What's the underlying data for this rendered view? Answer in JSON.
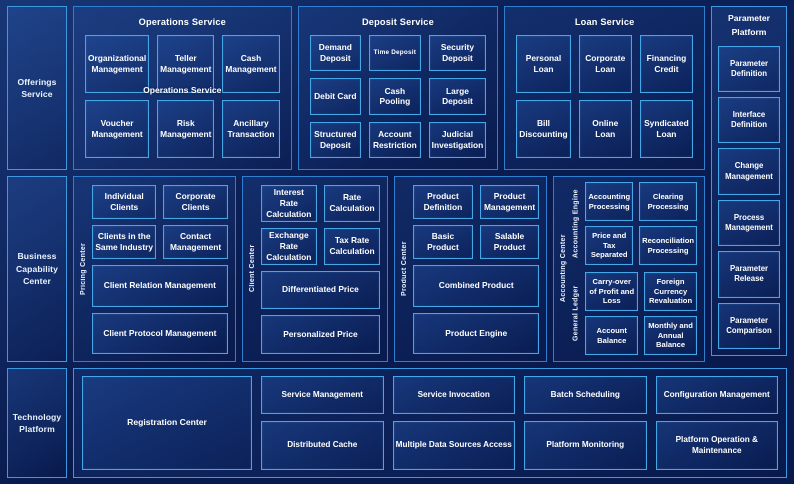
{
  "theme": {
    "background": "#091b4f",
    "panel_border": "#2f7fd0",
    "cell_border": "#45a6e8",
    "text": "#ffffff"
  },
  "lanes": [
    {
      "name": "offerings-service",
      "label": "Offerings Service"
    },
    {
      "name": "business-capability-center",
      "label": "Business Capability Center"
    },
    {
      "name": "technology-platform",
      "label": "Technology Platform"
    }
  ],
  "offerings": {
    "panels": [
      {
        "title": "Operations Service",
        "duplicate_title": "Operations Service",
        "cells": [
          "Organizational Management",
          "Teller Management",
          "Cash Management",
          "Voucher Management",
          "Risk Management",
          "Ancillary Transaction"
        ]
      },
      {
        "title": "Deposit Service",
        "cells": [
          "Demand Deposit",
          "Time Deposit",
          "Security Deposit",
          "Debit Card",
          "Cash Pooling",
          "Large Deposit",
          "Structured Deposit",
          "Account Restriction",
          "Judicial Investigation"
        ],
        "small_cells": [
          "Time Deposit"
        ]
      },
      {
        "title": "Loan Service",
        "cells": [
          "Personal Loan",
          "Corporate Loan",
          "Financing Credit",
          "Bill Discounting",
          "Online Loan",
          "Syndicated Loan"
        ]
      }
    ]
  },
  "sidebar": {
    "title": "Parameter Platform",
    "items": [
      "Parameter Definition",
      "Interface Definition",
      "Change Management",
      "Process Management",
      "Parameter Release",
      "Parameter Comparison"
    ]
  },
  "business": {
    "panels": [
      {
        "vlabel": "Pricing Center",
        "pairs": [
          [
            "Individual Clients",
            "Corporate Clients"
          ],
          [
            "Clients in the Same Industry",
            "Contact Management"
          ]
        ],
        "wide": [
          "Client Relation Management",
          "Client Protocol Management"
        ]
      },
      {
        "vlabel": "Client Center",
        "pairs": [
          [
            "Interest Rate Calculation",
            "Rate Calculation"
          ],
          [
            "Exchange Rate Calculation",
            "Tax Rate Calculation"
          ]
        ],
        "wide": [
          "Differentiated Price",
          "Personalized Price"
        ]
      },
      {
        "vlabel": "Product Center",
        "pairs": [
          [
            "Product Definition",
            "Product Management"
          ],
          [
            "Basic Product",
            "Salable Product"
          ]
        ],
        "wide": [
          "Combined Product",
          "Product Engine"
        ]
      }
    ],
    "accounting": {
      "vlabel": "Accounting Center",
      "groups": [
        {
          "vlabel": "Accounting Engine",
          "cells": [
            "Accounting Processing",
            "Clearing Processing",
            "Price and Tax Separated",
            "Reconciliation Processing"
          ]
        },
        {
          "vlabel": "General Ledger",
          "cells": [
            "Carry-over of Profit and Loss",
            "Foreign Currency Revaluation",
            "Account Balance",
            "Monthly and Annual Balance"
          ]
        }
      ]
    }
  },
  "technology": {
    "registration": "Registration Center",
    "items": [
      "Service Management",
      "Service Invocation",
      "Batch Scheduling",
      "Configuration Management",
      "Distributed Cache",
      "Multiple Data Sources Access",
      "Platform Monitoring",
      "Platform Operation & Maintenance"
    ]
  }
}
